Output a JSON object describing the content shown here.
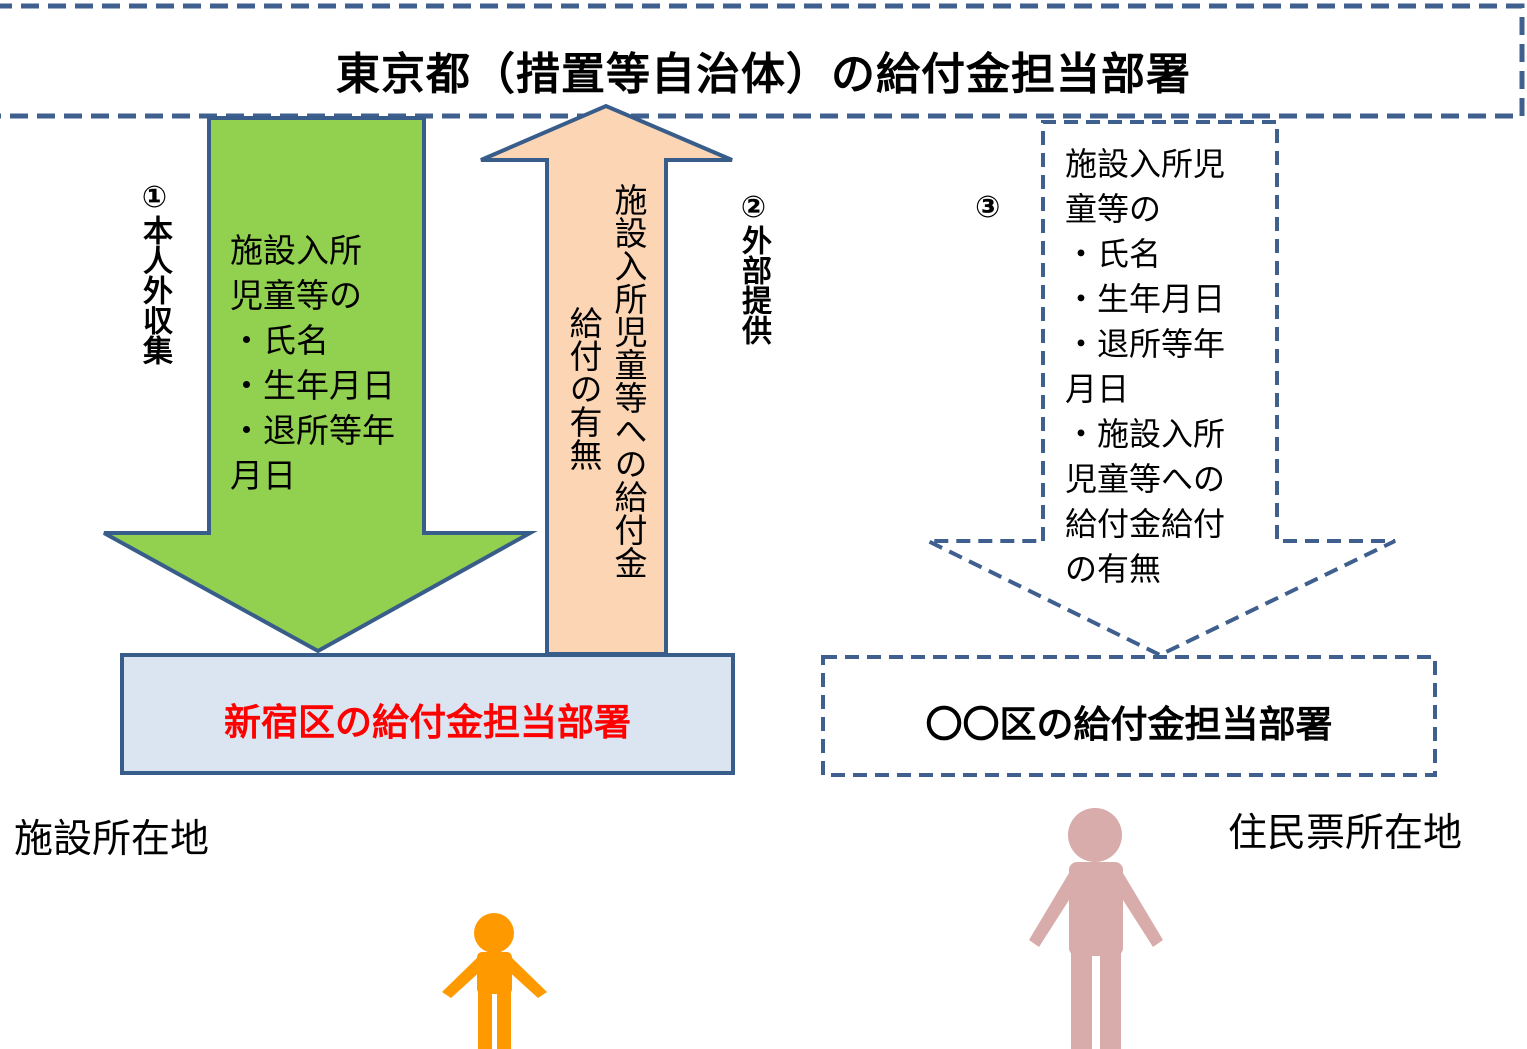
{
  "top_box": {
    "title": "東京都（措置等自治体）の給付金担当部署"
  },
  "flow1": {
    "label": "①本人外収集",
    "lines": "施設入所\n児童等の\n・氏名\n・生年月日\n・退所等年\n月日"
  },
  "flow2": {
    "label": "②外部提供",
    "col1": "施設入所児童等への給付金",
    "col2": "給付の有無"
  },
  "flow3": {
    "label": "③",
    "lines": "施設入所児\n童等の\n・氏名\n・生年月日\n・退所等年\n月日\n・施設入所\n児童等への\n給付金給付\nの有無"
  },
  "shinjuku_office": {
    "label": "新宿区の給付金担当部署"
  },
  "other_office": {
    "label": "〇〇区の給付金担当部署"
  },
  "locations": {
    "facility": "施設所在地",
    "residence": "住民票所在地"
  },
  "colors": {
    "green_arrow": "#92d050",
    "orange_arrow": "#fcd5b5",
    "border_blue": "#385d8a",
    "dash_blue": "#3f5f8f",
    "office_fill": "#dbe5f1",
    "red_text": "#ff0000",
    "person_orange": "#ff9900",
    "person_pink": "#d9acac"
  }
}
